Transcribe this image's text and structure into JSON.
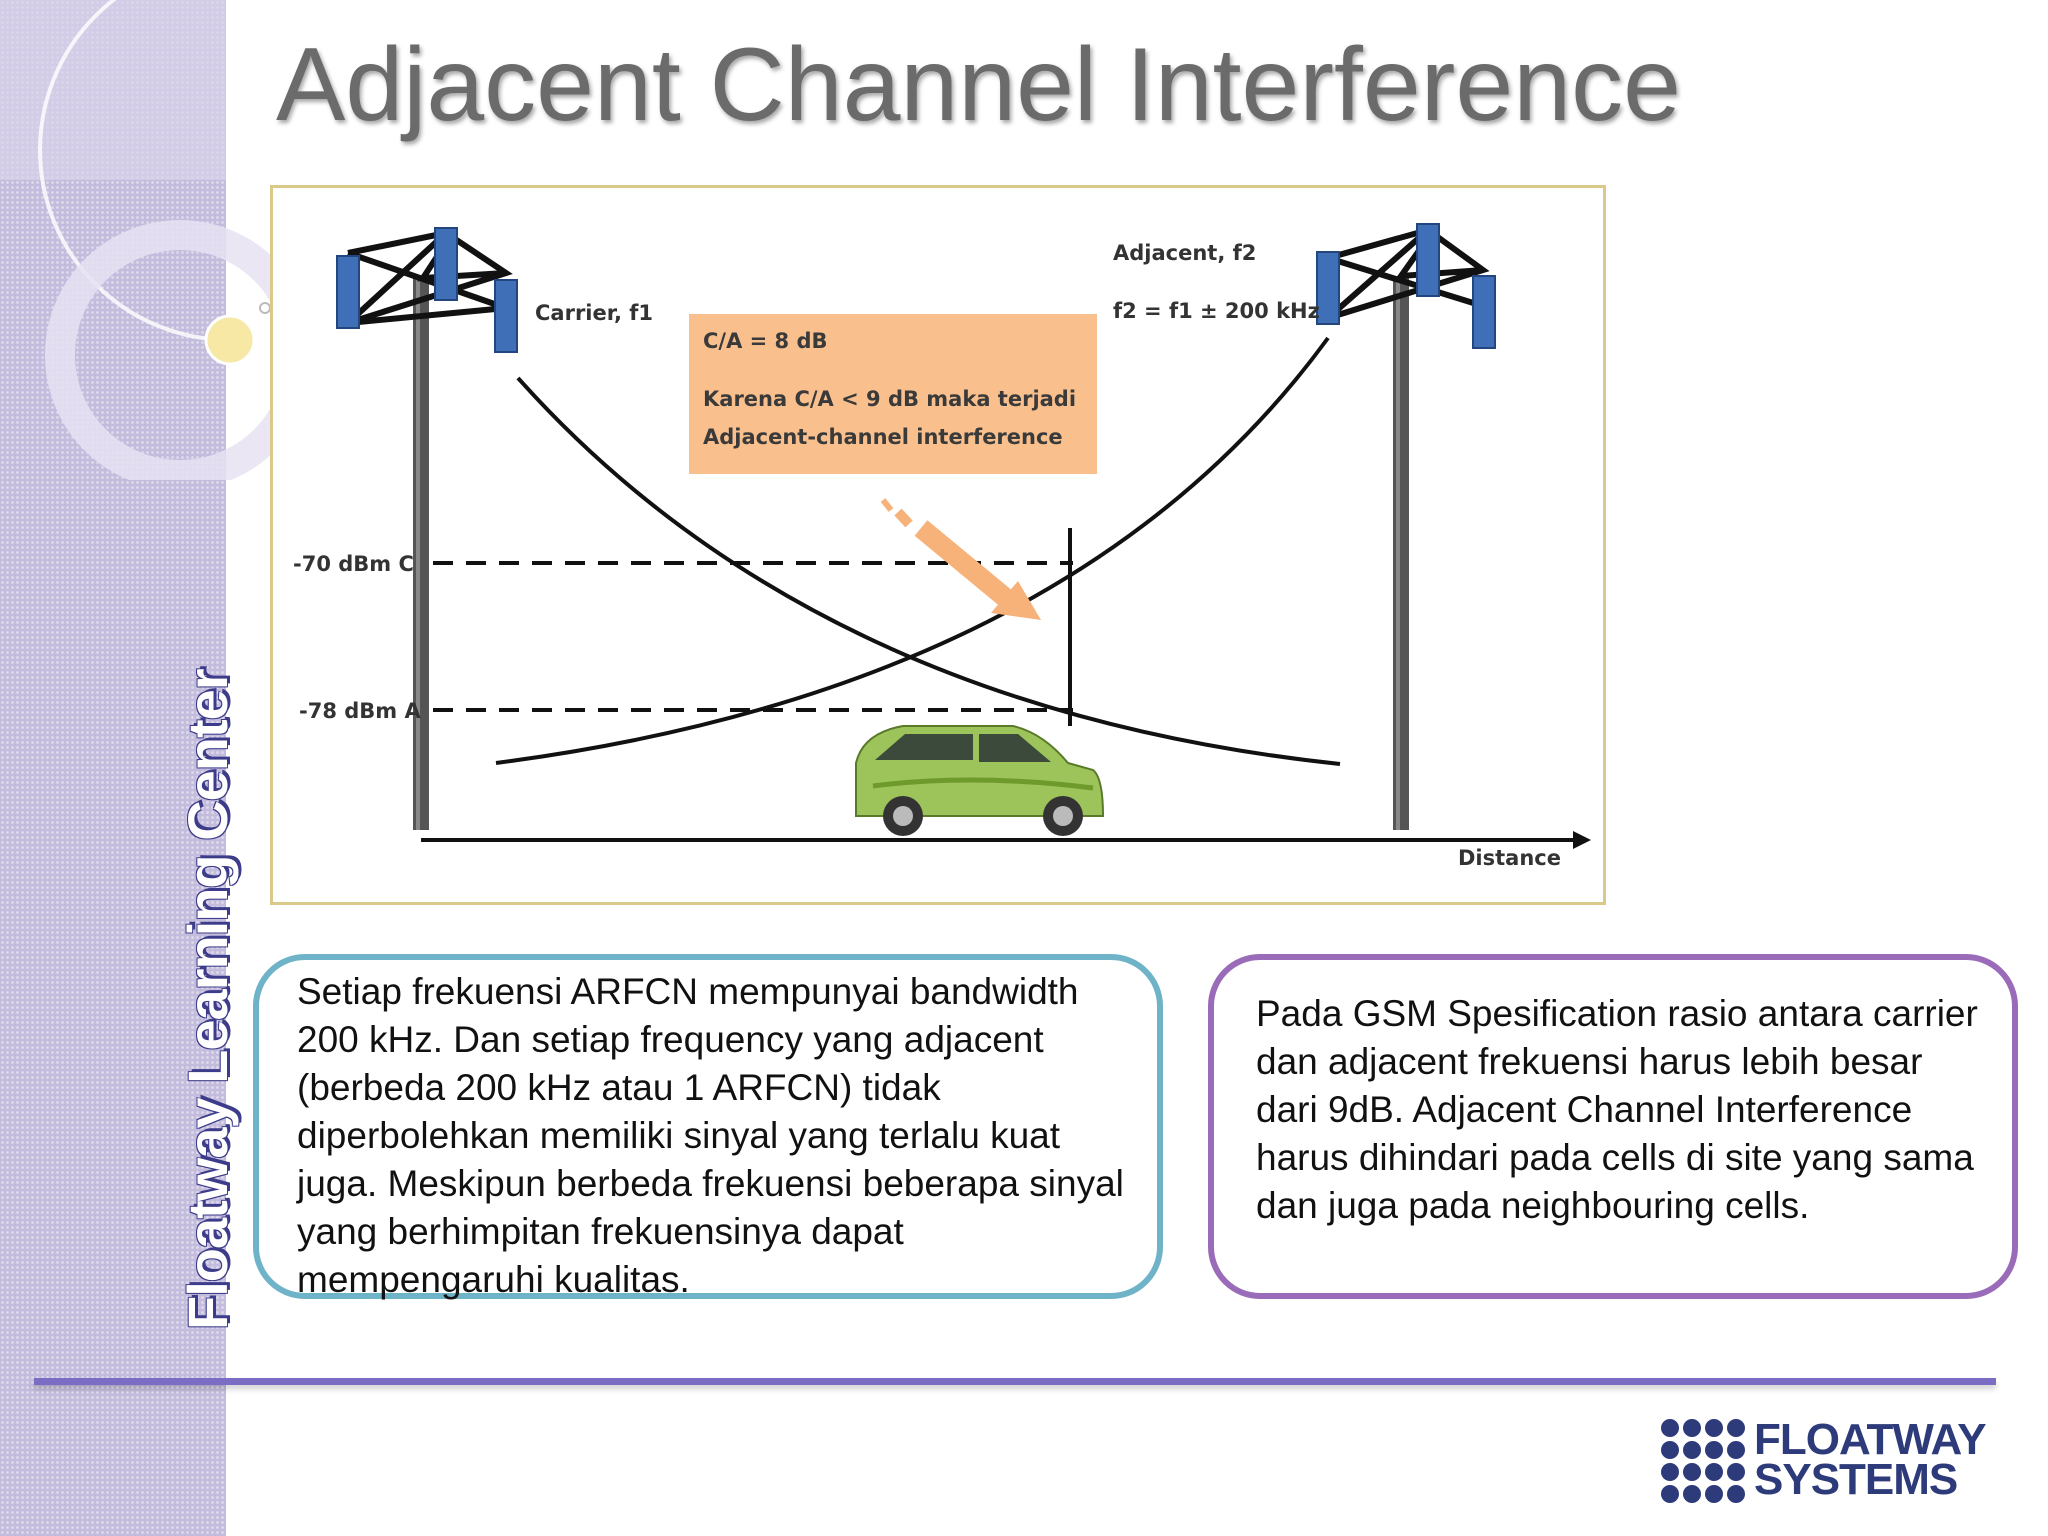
{
  "slide": {
    "title": "Adjacent Channel Interference",
    "sidebar_brand": "Floatway Learning Center"
  },
  "diagram": {
    "carrier_label": "Carrier, f1",
    "adjacent_label": "Adjacent, f2",
    "adjacent_formula": "f2 = f1 ± 200 kHz",
    "callout": {
      "line1": "C/A = 8 dB",
      "line2": "Karena C/A < 9 dB maka terjadi",
      "line3": "Adjacent-channel interference"
    },
    "level_c_label": "-70 dBm C",
    "level_a_label": "-78 dBm A",
    "x_axis_label": "Distance",
    "colors": {
      "callout_bg": "#f9c08d",
      "arrow": "#f7b27a",
      "antenna": "#3f6fb6",
      "mast": "#555555",
      "frame": "#d9c98a",
      "car": "#9cc45a"
    }
  },
  "boxes": {
    "left_text": "Setiap frekuensi ARFCN mempunyai bandwidth 200 kHz. Dan setiap frequency yang adjacent (berbeda 200 kHz atau 1 ARFCN) tidak diperbolehkan memiliki sinyal yang terlalu kuat juga. Meskipun berbeda frekuensi beberapa sinyal yang berhimpitan frekuensinya dapat mempengaruhi kualitas.",
    "right_text": "Pada GSM Spesification rasio antara carrier dan adjacent frekuensi harus lebih besar dari 9dB.  Adjacent Channel Interference harus dihindari pada cells di site yang sama dan juga pada neighbouring cells."
  },
  "logo": {
    "line1": "FLOATWAY",
    "line2": "SYSTEMS"
  }
}
